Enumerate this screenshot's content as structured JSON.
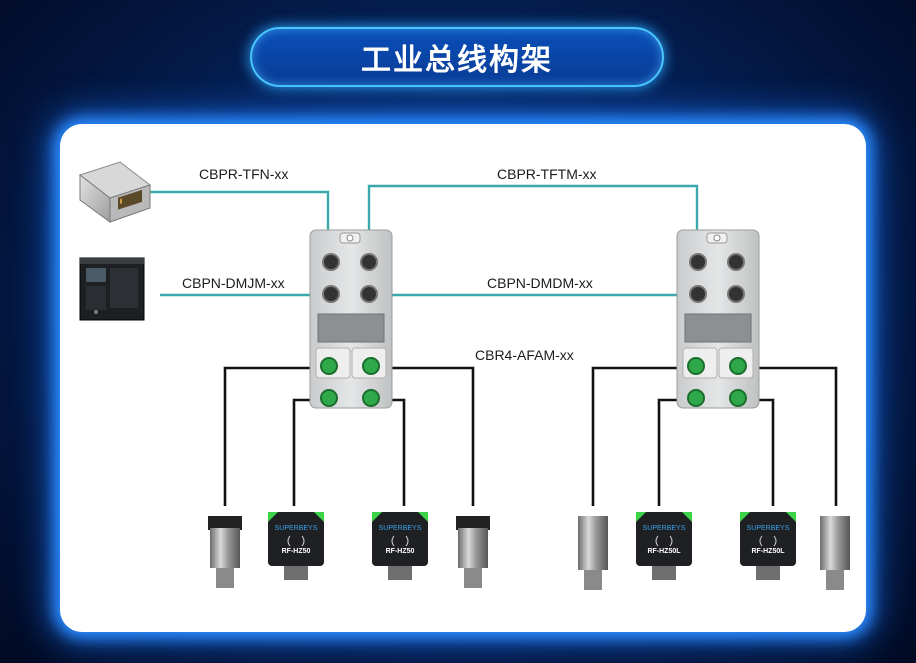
{
  "title": "工业总线构架",
  "cables": {
    "power_left": "CBPR-TFN-xx",
    "power_link": "CBPR-TFTM-xx",
    "bus_left": "CBPN-DMJM-xx",
    "bus_link": "CBPN-DMDM-xx",
    "io": "CBR4-AFAM-xx"
  },
  "devices": {
    "sensor_brand": "SUPERBEYS",
    "left_rfid_1_model": "RF-HZ50",
    "left_rfid_2_model": "RF-HZ50",
    "right_rfid_1_model": "RF-HZ50L",
    "right_rfid_2_model": "RF-HZ50L"
  },
  "colors": {
    "teal_cable": "#3aa8ad",
    "black_cable": "#111111",
    "glow": "#2b8cff",
    "port_green": "#2fa84a"
  }
}
